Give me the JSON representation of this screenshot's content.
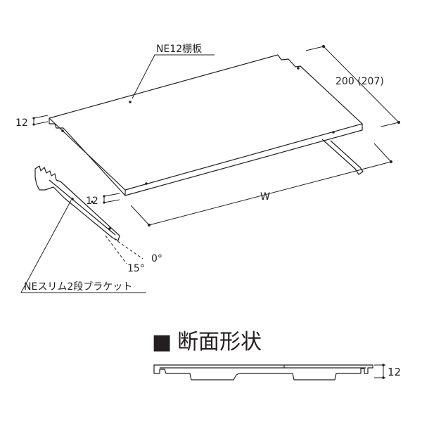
{
  "labels": {
    "shelf_name": "NE12棚板",
    "bracket_name": "NEスリム2段ブラケット",
    "depth_dim": "200 (207)",
    "width_dim": "W",
    "thickness_top": "12",
    "thickness_front": "12",
    "angle_15": "15°",
    "angle_0": "0°"
  },
  "section": {
    "marker": "■",
    "title": "断面形状",
    "thickness": "12"
  },
  "colors": {
    "ink": "#231f20",
    "background": "#ffffff"
  }
}
